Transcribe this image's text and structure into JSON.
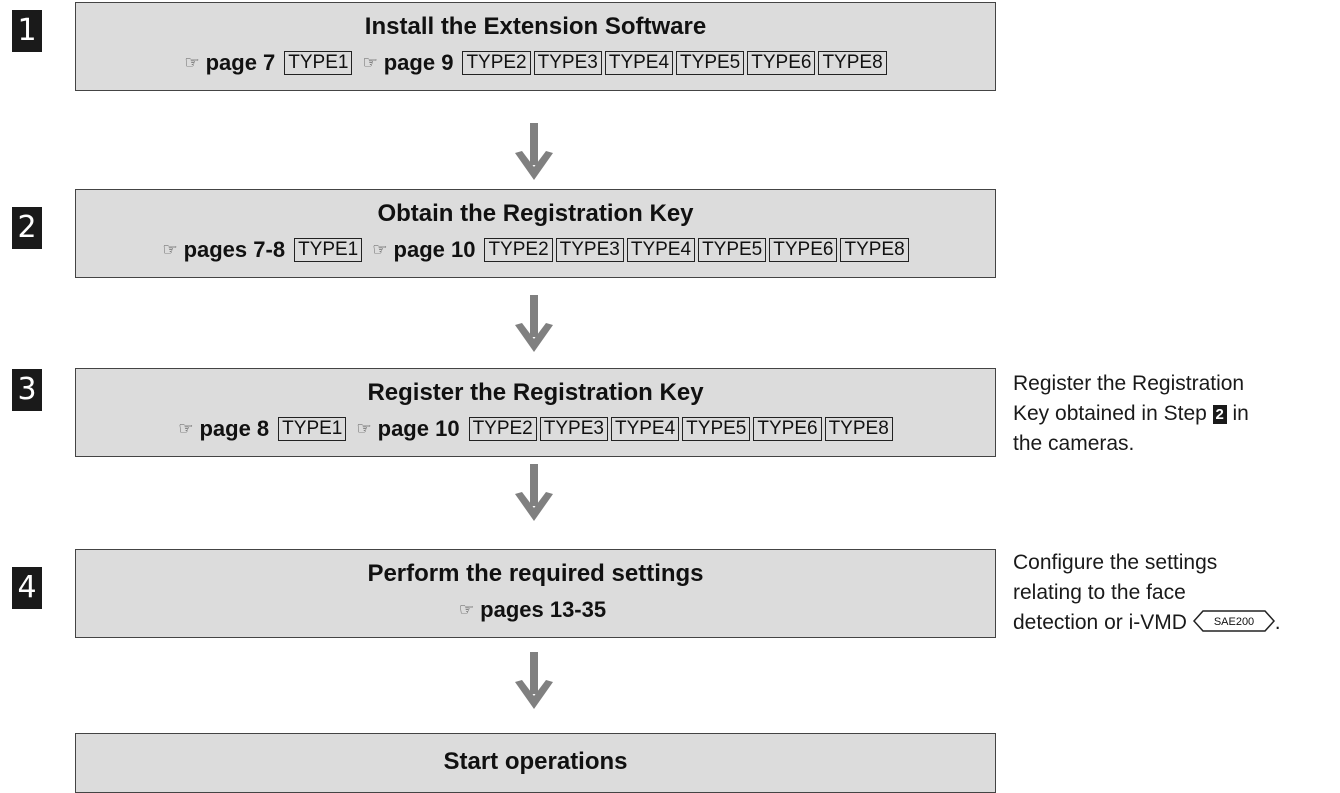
{
  "steps": [
    {
      "number": "1",
      "title": "Install the Extension Software",
      "refs": [
        {
          "icon": "pointing-hand-icon",
          "text": "page 7",
          "tags": [
            "TYPE1"
          ]
        },
        {
          "icon": "pointing-hand-icon",
          "text": "page 9",
          "tags": [
            "TYPE2",
            "TYPE3",
            "TYPE4",
            "TYPE5",
            "TYPE6",
            "TYPE8"
          ]
        }
      ]
    },
    {
      "number": "2",
      "title": "Obtain the Registration Key",
      "refs": [
        {
          "icon": "pointing-hand-icon",
          "text": "pages 7-8",
          "tags": [
            "TYPE1"
          ]
        },
        {
          "icon": "pointing-hand-icon",
          "text": "page 10",
          "tags": [
            "TYPE2",
            "TYPE3",
            "TYPE4",
            "TYPE5",
            "TYPE6",
            "TYPE8"
          ]
        }
      ]
    },
    {
      "number": "3",
      "title": "Register the Registration Key",
      "refs": [
        {
          "icon": "pointing-hand-icon",
          "text": "page 8",
          "tags": [
            "TYPE1"
          ]
        },
        {
          "icon": "pointing-hand-icon",
          "text": "page 10",
          "tags": [
            "TYPE2",
            "TYPE3",
            "TYPE4",
            "TYPE5",
            "TYPE6",
            "TYPE8"
          ]
        }
      ],
      "note": {
        "lines": [
          "Register the Registration",
          "Key obtained in Step ",
          " in",
          "the cameras."
        ],
        "inline_step": "2"
      }
    },
    {
      "number": "4",
      "title": "Perform the required settings",
      "refs": [
        {
          "icon": "pointing-hand-icon",
          "text": "pages 13-35",
          "tags": []
        }
      ],
      "note": {
        "lines": [
          "Configure the settings",
          "relating to the face",
          "detection or i-VMD ",
          "."
        ],
        "badge": "SAE200"
      }
    },
    {
      "title": "Start operations"
    }
  ],
  "colors": {
    "box_fill": "#dcdcdc",
    "box_border": "#444444",
    "arrow": "#808080",
    "step_badge": "#1a1a1a"
  }
}
